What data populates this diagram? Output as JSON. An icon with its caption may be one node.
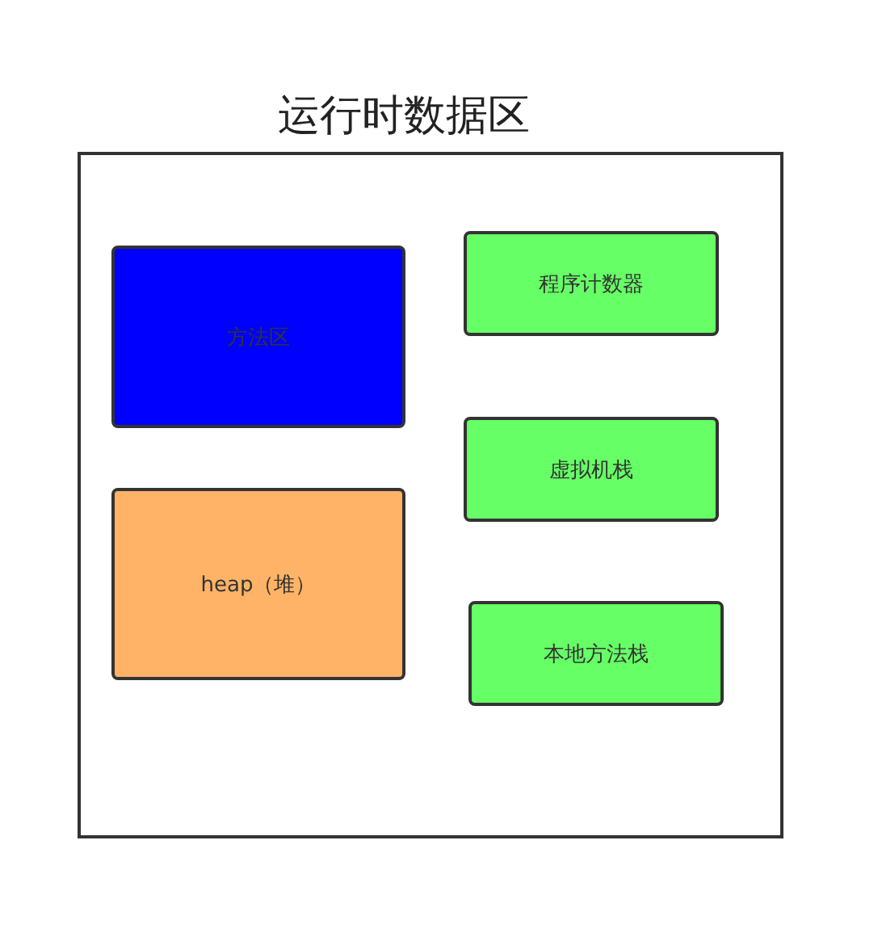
{
  "diagram": {
    "title": "运行时数据区",
    "nodes": [
      {
        "text": [],
        "shape": "box"
      },
      {
        "text": [
          "方法区"
        ],
        "in": 0
      },
      {
        "text": [
          "程序计数器"
        ],
        "in": 0
      },
      {
        "text": [
          "虚拟机栈"
        ],
        "in": 0
      },
      {
        "text": [
          "heap（堆）"
        ],
        "in": 0
      },
      {
        "text": [
          "本地方法栈"
        ],
        "in": 0
      }
    ]
  }
}
